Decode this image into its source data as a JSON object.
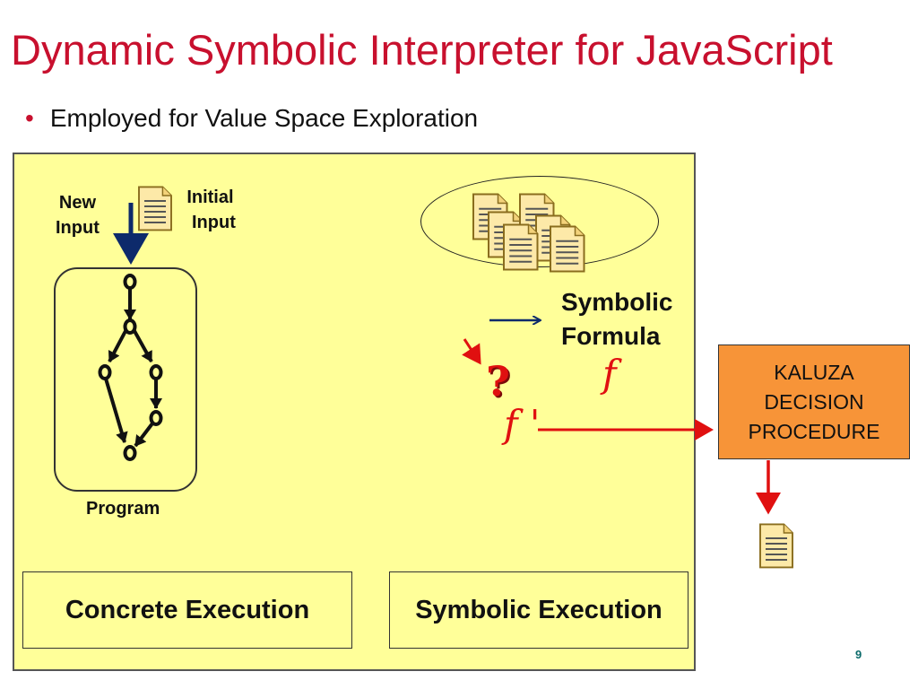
{
  "slide": {
    "title": "Dynamic Symbolic Interpreter for JavaScript",
    "bullet": "Employed for Value Space Exploration",
    "page_number": "9"
  },
  "diagram": {
    "new_input_line1": "New",
    "new_input_line2": "Input",
    "initial_input_line1": "Initial",
    "initial_input_line2": "Input",
    "program_label": "Program",
    "symbolic_formula_line1": "Symbolic",
    "symbolic_formula_line2": "Formula",
    "formula_f": "f",
    "formula_f_prime": "f '",
    "question_mark": "?",
    "kaluza_line1": "KALUZA",
    "kaluza_line2": "DECISION",
    "kaluza_line3": "PROCEDURE",
    "concrete_execution": "Concrete Execution",
    "symbolic_execution": "Symbolic Execution"
  },
  "colors": {
    "title": "#c8102e",
    "panel": "#ffff99",
    "kaluza": "#f79438",
    "red_arrow": "#e01010",
    "navy_arrow": "#0d2a6b"
  }
}
